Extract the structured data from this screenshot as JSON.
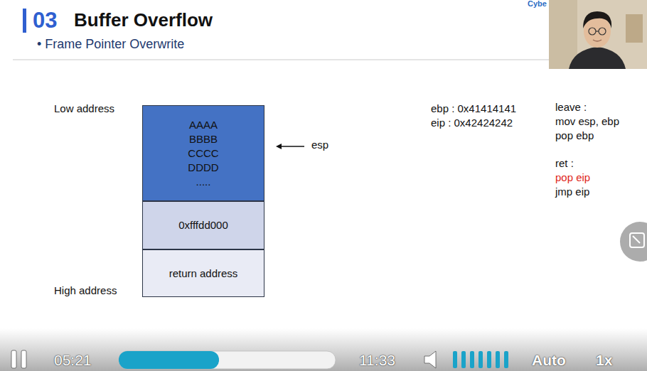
{
  "diagram": {
    "title": "Buffer Overflow",
    "nodes": [
      {
        "text": [
          "AAAA BBBB CCCC DDDD ....."
        ]
      },
      {
        "text": [
          "0xfffdd000"
        ]
      },
      {
        "text": [
          "return address"
        ]
      }
    ],
    "labels": [
      "Cybe",
      "03",
      "• Frame Pointer Overwrite",
      "Low address",
      "High address",
      "esp",
      "ebp : 0x41414141",
      "eip : 0x42424242",
      "leave :",
      "mov esp, ebp",
      "pop ebp",
      "ret :",
      "pop eip",
      "jmp eip",
      "05:21",
      "11:33",
      "Auto",
      "1x"
    ]
  }
}
